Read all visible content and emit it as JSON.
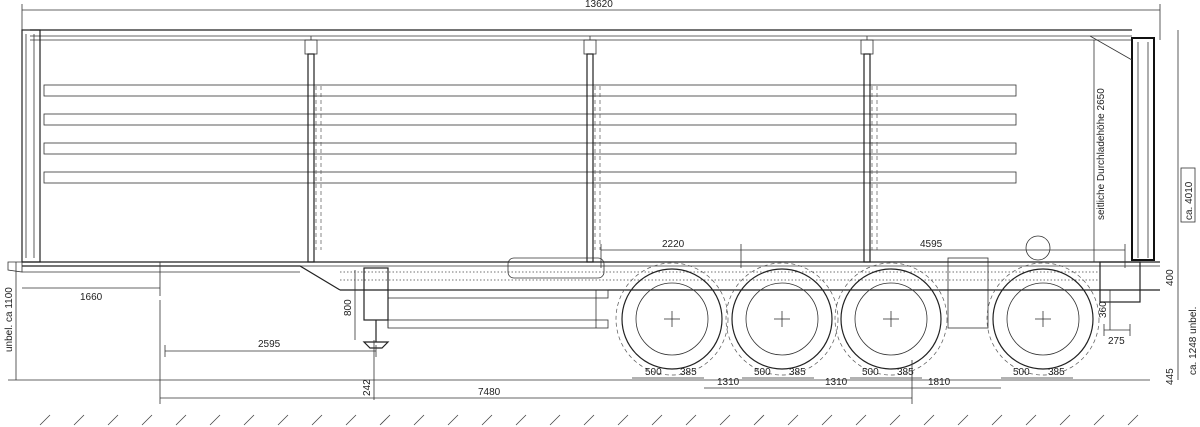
{
  "drawing": {
    "dimensions": {
      "overall_length": "13620",
      "side_loading_height": "seitliche Durchladehöhe 2650",
      "total_height": "ca. 4010",
      "axle_spacing_a": "2220",
      "axle_spacing_b": "4595",
      "rear_frame": "400",
      "kingpin_offset": "1660",
      "fifth_wheel_height": "unbel. ca 1100",
      "landing_gear_height": "800",
      "landing_gear_pos": "2595",
      "ground_clearance_front": "242",
      "front_to_axle": "7480",
      "wheel_r1": "500",
      "wheel_r2": "385",
      "axle_gap_1": "1310",
      "axle_gap_2": "1310",
      "axle_gap_3": "1810",
      "rear_bumper_height": "360",
      "rear_overhang": "275",
      "rear_ground_clearance": "445",
      "frame_height": "ca. 1248 unbel."
    }
  }
}
